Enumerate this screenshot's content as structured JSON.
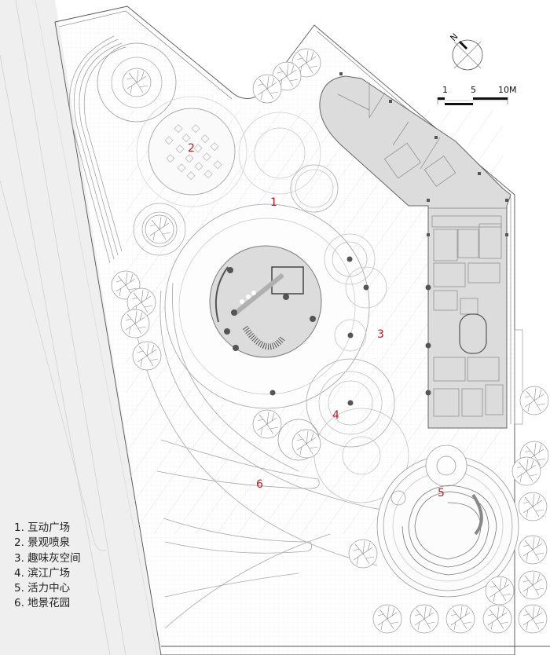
{
  "drawing": {
    "type": "landscape site plan",
    "background_color": "#ffffff",
    "road_color": "#efefef",
    "building_fill": "#dcdcdc",
    "line_color": "#8a8a8a",
    "label_color": "#c8161d"
  },
  "zones": [
    {
      "number": "1",
      "name": "互动广场"
    },
    {
      "number": "2",
      "name": "景观喷泉"
    },
    {
      "number": "3",
      "name": "趣味灰空间"
    },
    {
      "number": "4",
      "name": "滨江广场"
    },
    {
      "number": "5",
      "name": "活力中心"
    },
    {
      "number": "6",
      "name": "地景花园"
    }
  ],
  "legend": {
    "items": [
      "1. 互动广场",
      "2. 景观喷泉",
      "3. 趣味灰空间",
      "4. 滨江广场",
      "5. 活力中心",
      "6. 地景花园"
    ]
  },
  "north_arrow": {
    "label": "N"
  },
  "scale_bar": {
    "ticks": [
      "1",
      "5",
      "10M"
    ]
  }
}
